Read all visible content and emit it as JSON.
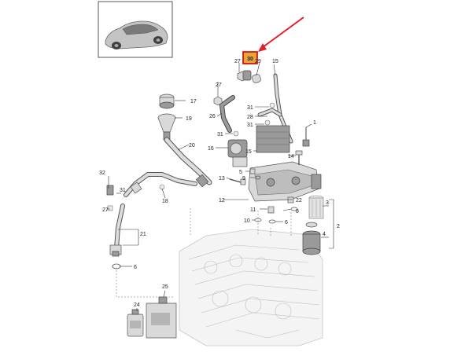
{
  "diagram": {
    "thumbnail": {
      "name": "vehicle-thumbnail"
    },
    "highlight": {
      "label": "30",
      "color": "#e8a33a",
      "border_color": "#cc0000",
      "arrow_color": "#e31e24"
    },
    "callouts": {
      "c1": "1",
      "c2": "2",
      "c3": "3",
      "c4": "4",
      "c5": "5",
      "c6a": "6",
      "c6b": "6",
      "c8": "8",
      "c9": "9",
      "c10": "10",
      "c11": "11",
      "c12": "12",
      "c13": "13",
      "c14": "14",
      "c15": "15",
      "c16": "16",
      "c17": "17",
      "c18": "18",
      "c19": "19",
      "c20": "20",
      "c21": "21",
      "c22": "22",
      "c24": "24",
      "c25": "25",
      "c26": "26",
      "c27a": "27",
      "c27b": "27",
      "c28": "28",
      "c29": "29",
      "c31a": "31",
      "c31b": "31",
      "c31c": "31",
      "c32": "32"
    }
  }
}
